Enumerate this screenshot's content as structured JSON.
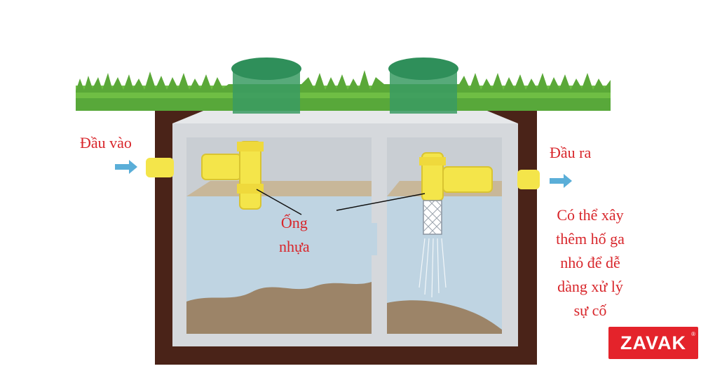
{
  "labels": {
    "inlet": "Đầu vào",
    "outlet": "Đầu ra",
    "pipe_line1": "Ống",
    "pipe_line2": "nhựa",
    "note_lines": [
      "Có thể xây",
      "thêm hố ga",
      "nhỏ để dễ",
      "dàng xử lý",
      "sự cố"
    ]
  },
  "logo": {
    "text": "ZAVAK",
    "mark": "®"
  },
  "colors": {
    "label_red": "#d8262b",
    "grass": "#6fbe44",
    "soil": "#4a2318",
    "concrete": "#d5d8dc",
    "water": "#bfd4e2",
    "sludge": "#9c8468",
    "pipe": "#f4e54a",
    "manhole_lid": "#2f8f5a",
    "arrow": "#5aaed8",
    "logo_bg": "#e4232b"
  }
}
